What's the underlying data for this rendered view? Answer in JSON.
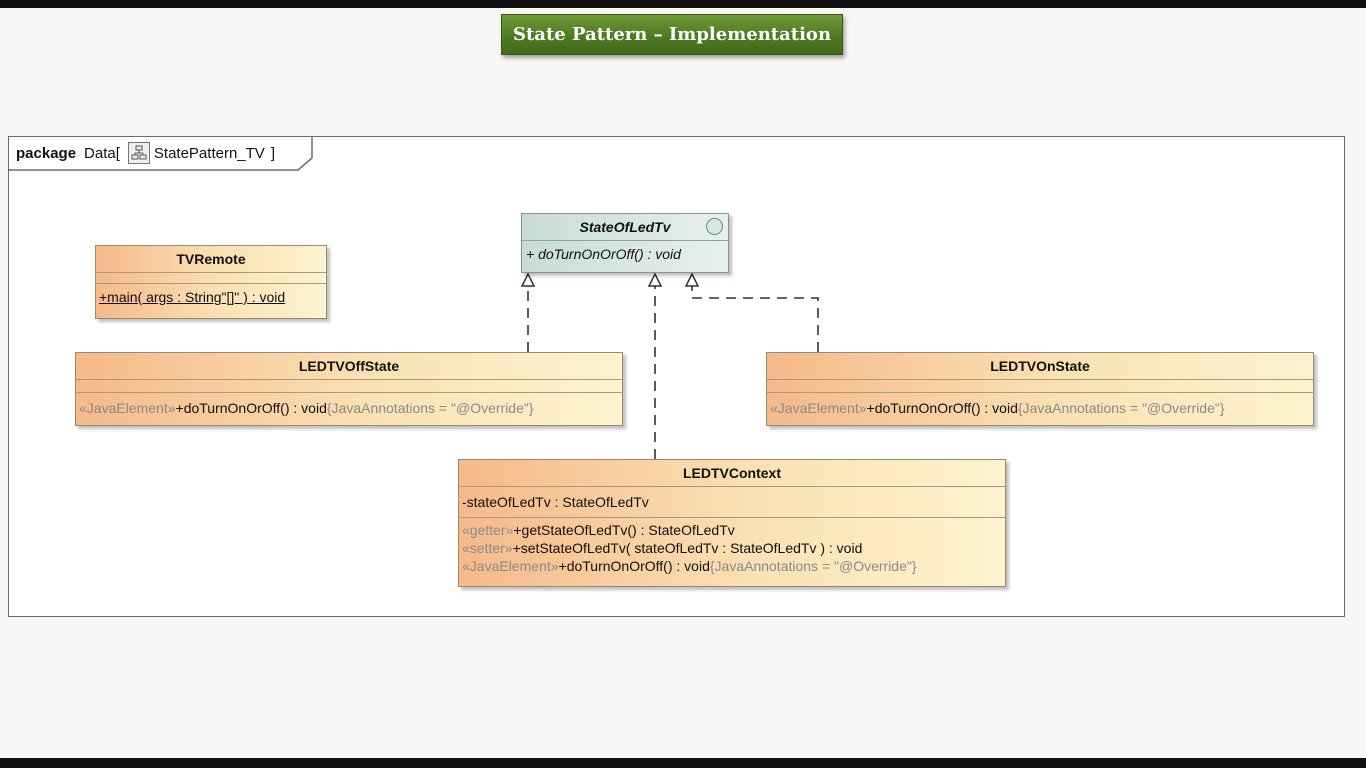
{
  "title": "State Pattern – Implementation",
  "package": {
    "keyword": "package",
    "name": "Data",
    "open_bracket": "[",
    "diagram_name": "StatePattern_TV",
    "close_bracket": "]"
  },
  "interface": {
    "name": "StateOfLedTv",
    "operation": "+ doTurnOnOrOff() : void"
  },
  "classes": {
    "tvremote": {
      "name": "TVRemote",
      "operation": "+main( args : String\"[]\" ) : void"
    },
    "off_state": {
      "name": "LEDTVOffState",
      "stereotype": "«JavaElement»",
      "operation": "+doTurnOnOrOff() : void",
      "tagged_value": "{JavaAnnotations = \"@Override\"}"
    },
    "on_state": {
      "name": "LEDTVOnState",
      "stereotype": "«JavaElement»",
      "operation": "+doTurnOnOrOff() : void",
      "tagged_value": "{JavaAnnotations = \"@Override\"}"
    },
    "context": {
      "name": "LEDTVContext",
      "attribute": "-stateOfLedTv : StateOfLedTv",
      "operations": [
        {
          "stereotype": "«getter»",
          "text": "+getStateOfLedTv() : StateOfLedTv",
          "tagged_value": ""
        },
        {
          "stereotype": "«setter»",
          "text": "+setStateOfLedTv( stateOfLedTv : StateOfLedTv ) : void",
          "tagged_value": ""
        },
        {
          "stereotype": "«JavaElement»",
          "text": "+doTurnOnOrOff() : void",
          "tagged_value": "{JavaAnnotations = \"@Override\"}"
        }
      ]
    }
  },
  "icons": {
    "package_diagram": "class-diagram-icon",
    "interface_marker": "interface-circle-icon"
  },
  "colors": {
    "title_banner": "#4f7a22",
    "class_fill": "#f6b98a",
    "interface_fill": "#c7dcd3"
  }
}
